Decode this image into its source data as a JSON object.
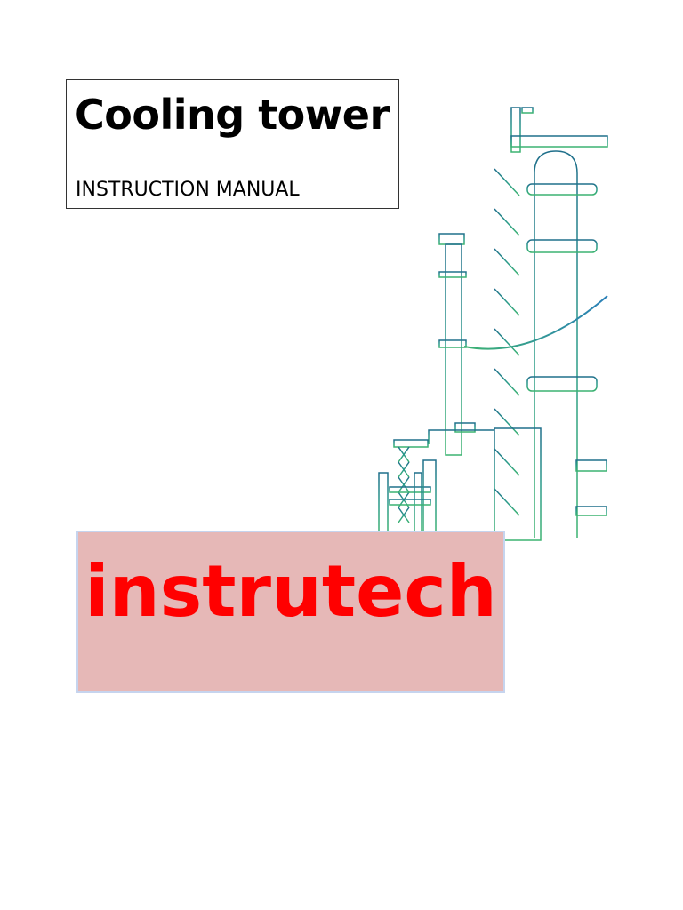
{
  "cover": {
    "title": "Cooling tower",
    "subtitle": "INSTRUCTION MANUAL",
    "brand": "instrutech"
  },
  "colors": {
    "brand_text": "#ff0000",
    "brand_background": "#e6b8b7",
    "brand_border": "#c6d4ee",
    "illustration_green": "#3cb371",
    "illustration_teal": "#1f6f8b",
    "illustration_blue": "#2a7fb8"
  },
  "illustration": {
    "subject": "industrial-plant-outline",
    "icon": "refinery-tower-icon"
  }
}
